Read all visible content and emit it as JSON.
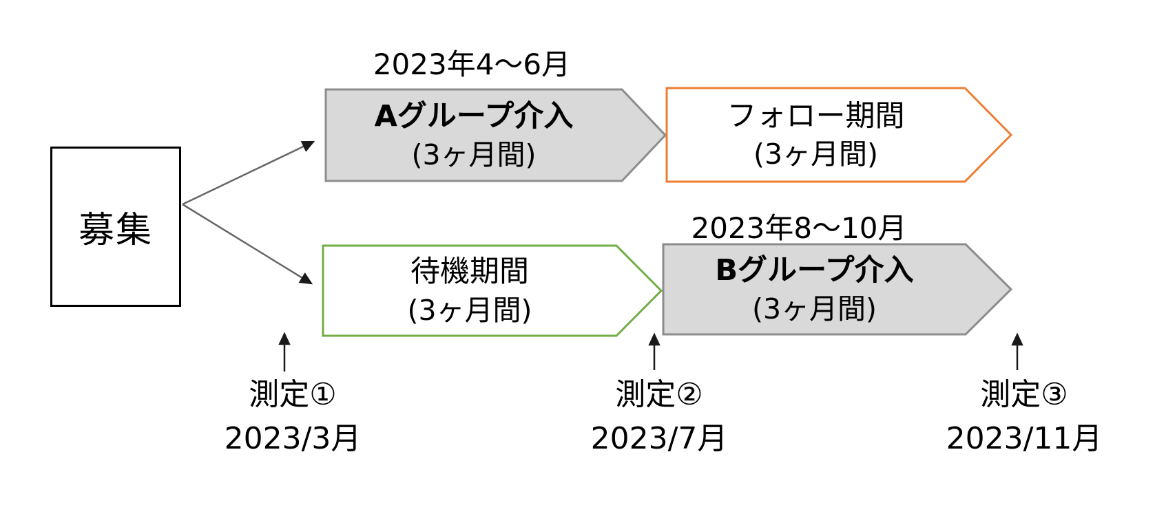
{
  "diagram": {
    "recruitment": {
      "label": "募集"
    },
    "arm_a": {
      "period_label": "2023年4～6月",
      "intervention": {
        "title": "Aグループ介入",
        "duration": "(3ヶ月間)"
      },
      "follow": {
        "title": "フォロー期間",
        "duration": "(3ヶ月間)"
      }
    },
    "arm_b": {
      "period_label": "2023年8～10月",
      "waiting": {
        "title": "待機期間",
        "duration": "(3ヶ月間)"
      },
      "intervention": {
        "title": "Bグループ介入",
        "duration": "(3ヶ月間)"
      }
    },
    "measurements": [
      {
        "label": "測定①",
        "date": "2023/3月"
      },
      {
        "label": "測定②",
        "date": "2023/7月"
      },
      {
        "label": "測定③",
        "date": "2023/11月"
      }
    ],
    "colors": {
      "gray_fill": "#D9D9D9",
      "gray_border": "#8C8C8C",
      "orange_border": "#ED7D31",
      "green_border": "#70AD47",
      "white_fill": "#FFFFFF",
      "connector_line": "#666666",
      "arrow_head": "#1A1A1A"
    }
  }
}
